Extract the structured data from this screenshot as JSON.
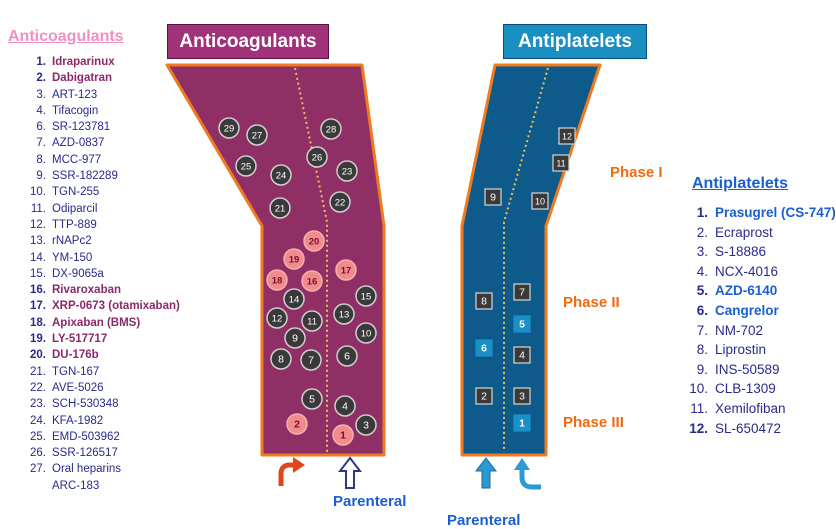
{
  "anticoagulants_list": {
    "title": "Anticoagulants",
    "items": [
      {
        "num": "1.",
        "name": "Idraparinux",
        "highlight": true
      },
      {
        "num": "2.",
        "name": "Dabigatran",
        "highlight": true
      },
      {
        "num": "3.",
        "name": "ART-123",
        "highlight": false
      },
      {
        "num": "4.",
        "name": "Tifacogin",
        "highlight": false
      },
      {
        "num": "6.",
        "name": "SR-123781",
        "highlight": false
      },
      {
        "num": "7.",
        "name": "AZD-0837",
        "highlight": false
      },
      {
        "num": "8.",
        "name": "MCC-977",
        "highlight": false
      },
      {
        "num": "9.",
        "name": "SSR-182289",
        "highlight": false
      },
      {
        "num": "10.",
        "name": "TGN-255",
        "highlight": false
      },
      {
        "num": "11.",
        "name": "Odiparcil",
        "highlight": false
      },
      {
        "num": "12.",
        "name": "TTP-889",
        "highlight": false
      },
      {
        "num": "13.",
        "name": "rNAPc2",
        "highlight": false
      },
      {
        "num": "14.",
        "name": "YM-150",
        "highlight": false
      },
      {
        "num": "15.",
        "name": "DX-9065a",
        "highlight": false
      },
      {
        "num": "16.",
        "name": "Rivaroxaban",
        "highlight": true
      },
      {
        "num": "17.",
        "name": "XRP-0673 (otamixaban)",
        "highlight": true
      },
      {
        "num": "18.",
        "name": "Apixaban (BMS)",
        "highlight": true
      },
      {
        "num": "19.",
        "name": "LY-517717",
        "highlight": true
      },
      {
        "num": "20.",
        "name": "DU-176b",
        "highlight": true
      },
      {
        "num": "21.",
        "name": "TGN-167",
        "highlight": false
      },
      {
        "num": "22.",
        "name": "AVE-5026",
        "highlight": false
      },
      {
        "num": "23.",
        "name": "SCH-530348",
        "highlight": false
      },
      {
        "num": "24.",
        "name": "KFA-1982",
        "highlight": false
      },
      {
        "num": "25.",
        "name": "EMD-503962",
        "highlight": false
      },
      {
        "num": "26.",
        "name": "SSR-126517",
        "highlight": false
      },
      {
        "num": "27.",
        "name": "Oral heparins",
        "highlight": false
      },
      {
        "num": "",
        "name": "ARC-183",
        "highlight": false
      }
    ]
  },
  "antiplatelets_list": {
    "title": "Antiplatelets",
    "items": [
      {
        "num": "1.",
        "name": "Prasugrel (CS-747)",
        "highlight": true
      },
      {
        "num": "2.",
        "name": "Ecraprost",
        "highlight": false
      },
      {
        "num": "3.",
        "name": "S-18886",
        "highlight": false
      },
      {
        "num": "4.",
        "name": "NCX-4016",
        "highlight": false
      },
      {
        "num": "5.",
        "name": "AZD-6140",
        "highlight": true
      },
      {
        "num": "6.",
        "name": "Cangrelor",
        "highlight": true
      },
      {
        "num": "7.",
        "name": "NM-702",
        "highlight": false
      },
      {
        "num": "8.",
        "name": "Liprostin",
        "highlight": false
      },
      {
        "num": "9.",
        "name": "INS-50589",
        "highlight": false
      },
      {
        "num": "10.",
        "name": "CLB-1309",
        "highlight": false
      },
      {
        "num": "11.",
        "name": "Xemilofiban",
        "highlight": false
      },
      {
        "num": "12.",
        "name": "SL-650472",
        "highlight": false,
        "bold_num": true
      }
    ]
  },
  "banners": {
    "anticoagulants": "Anticoagulants",
    "antiplatelets": "Antiplatelets"
  },
  "phases": {
    "phase1": "Phase I",
    "phase2": "Phase II",
    "phase3": "Phase III"
  },
  "routes": {
    "anticoagulants": "Parenteral",
    "antiplatelets": "Parenteral"
  },
  "colors": {
    "funnel_anticoagulant": "#8f2f66",
    "funnel_antiplatelet": "#0e5a8a",
    "funnel_border": "#f07a20",
    "marker_dark": "#3a3a3a",
    "marker_highlight_ac": "#f28b8b",
    "marker_highlight_ap": "#1a90c8",
    "arrow_orange": "#e0461a",
    "arrow_blue": "#2a9ad0"
  },
  "markers": {
    "anticoagulants": [
      "1",
      "2",
      "3",
      "4",
      "5",
      "6",
      "7",
      "8",
      "9",
      "10",
      "11",
      "12",
      "13",
      "14",
      "15",
      "16",
      "17",
      "18",
      "19",
      "20",
      "21",
      "22",
      "23",
      "24",
      "25",
      "26",
      "27",
      "28",
      "29"
    ],
    "anticoagulants_highlighted": [
      "1",
      "2",
      "16",
      "17",
      "18",
      "19",
      "20"
    ],
    "antiplatelets": [
      "1",
      "2",
      "3",
      "4",
      "5",
      "6",
      "7",
      "8",
      "9",
      "10",
      "11",
      "12"
    ],
    "antiplatelets_highlighted": [
      "1",
      "5",
      "6"
    ]
  }
}
